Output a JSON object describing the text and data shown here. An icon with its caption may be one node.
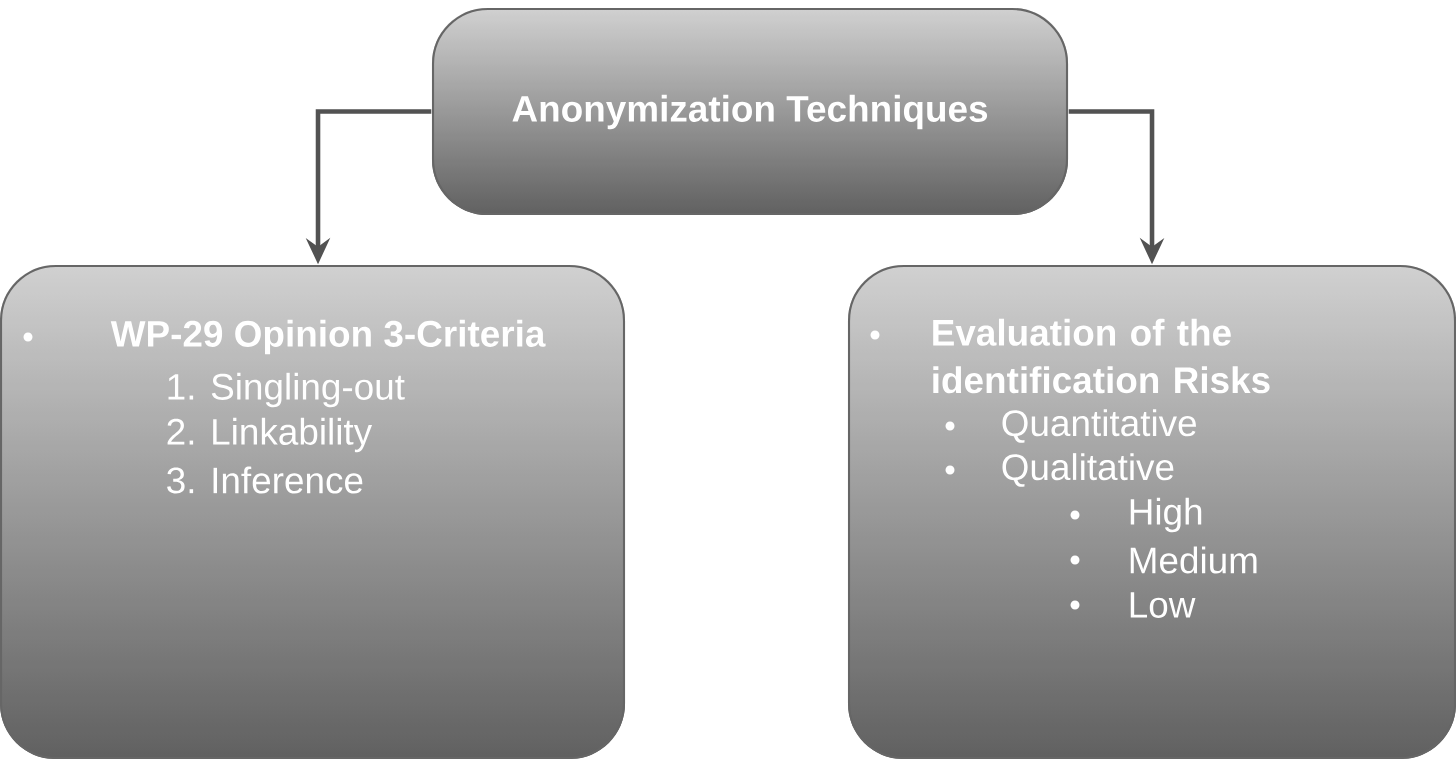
{
  "diagram": {
    "nodes": [
      {
        "text": [
          "Anonymization Techniques"
        ]
      },
      {
        "text": [
          "WP-29 Opinion 3-Criteria",
          "1. Singling-out",
          "2. Linkability",
          "3. Inference"
        ]
      },
      {
        "text": [
          "Evaluation of the identification Risks",
          "Quantitative",
          "Qualitative",
          "High",
          "Medium",
          "Low"
        ]
      }
    ],
    "edges": [
      {
        "from": 0,
        "to": 1,
        "arrow": "to"
      },
      {
        "from": 0,
        "to": 2,
        "arrow": "to"
      }
    ]
  }
}
